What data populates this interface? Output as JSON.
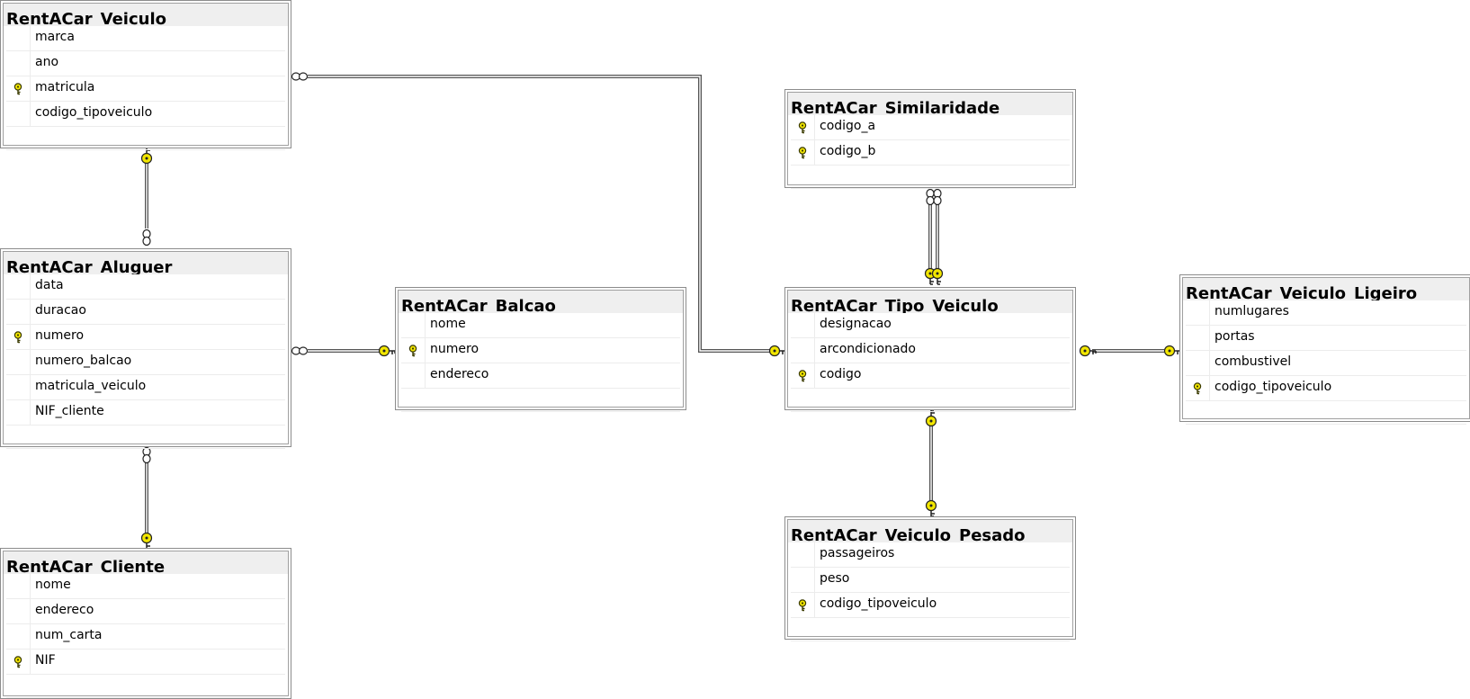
{
  "tables": {
    "veiculo": {
      "title": "RentACar_Veiculo",
      "columns": [
        {
          "name": "marca",
          "pk": false
        },
        {
          "name": "ano",
          "pk": false
        },
        {
          "name": "matricula",
          "pk": true
        },
        {
          "name": "codigo_tipoveiculo",
          "pk": false
        }
      ]
    },
    "aluguer": {
      "title": "RentACar_Aluguer",
      "columns": [
        {
          "name": "data",
          "pk": false
        },
        {
          "name": "duracao",
          "pk": false
        },
        {
          "name": "numero",
          "pk": true
        },
        {
          "name": "numero_balcao",
          "pk": false
        },
        {
          "name": "matricula_veiculo",
          "pk": false
        },
        {
          "name": "NIF_cliente",
          "pk": false
        }
      ]
    },
    "cliente": {
      "title": "RentACar_Cliente",
      "columns": [
        {
          "name": "nome",
          "pk": false
        },
        {
          "name": "endereco",
          "pk": false
        },
        {
          "name": "num_carta",
          "pk": false
        },
        {
          "name": "NIF",
          "pk": true
        }
      ]
    },
    "balcao": {
      "title": "RentACar_Balcao",
      "columns": [
        {
          "name": "nome",
          "pk": false
        },
        {
          "name": "numero",
          "pk": true
        },
        {
          "name": "endereco",
          "pk": false
        }
      ]
    },
    "similaridade": {
      "title": "RentACar_Similaridade",
      "columns": [
        {
          "name": "codigo_a",
          "pk": true
        },
        {
          "name": "codigo_b",
          "pk": true
        }
      ]
    },
    "tipo_veiculo": {
      "title": "RentACar_Tipo_Veiculo",
      "columns": [
        {
          "name": "designacao",
          "pk": false
        },
        {
          "name": "arcondicionado",
          "pk": false
        },
        {
          "name": "codigo",
          "pk": true
        }
      ]
    },
    "veiculo_ligeiro": {
      "title": "RentACar_Veiculo_Ligeiro",
      "columns": [
        {
          "name": "numlugares",
          "pk": false
        },
        {
          "name": "portas",
          "pk": false
        },
        {
          "name": "combustivel",
          "pk": false
        },
        {
          "name": "codigo_tipoveiculo",
          "pk": true
        }
      ]
    },
    "veiculo_pesado": {
      "title": "RentACar_Veiculo_Pesado",
      "columns": [
        {
          "name": "passageiros",
          "pk": false
        },
        {
          "name": "peso",
          "pk": false
        },
        {
          "name": "codigo_tipoveiculo",
          "pk": true
        }
      ]
    }
  },
  "relationships": [
    {
      "from": "aluguer",
      "to": "veiculo",
      "from_end": "many",
      "to_end": "one"
    },
    {
      "from": "aluguer",
      "to": "cliente",
      "from_end": "many",
      "to_end": "one"
    },
    {
      "from": "aluguer",
      "to": "balcao",
      "from_end": "many",
      "to_end": "one"
    },
    {
      "from": "veiculo",
      "to": "tipo_veiculo",
      "from_end": "many",
      "to_end": "one"
    },
    {
      "from": "similaridade",
      "to": "tipo_veiculo",
      "from_end": "many",
      "to_end": "one"
    },
    {
      "from": "similaridade",
      "to": "tipo_veiculo",
      "from_end": "many",
      "to_end": "one"
    },
    {
      "from": "tipo_veiculo",
      "to": "veiculo_ligeiro",
      "from_end": "one",
      "to_end": "one"
    },
    {
      "from": "tipo_veiculo",
      "to": "veiculo_pesado",
      "from_end": "one",
      "to_end": "one"
    }
  ],
  "colors": {
    "key_fill": "#f2e600",
    "line": "#555555"
  }
}
